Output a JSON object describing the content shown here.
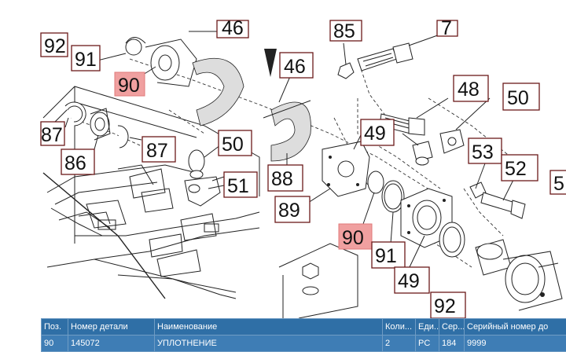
{
  "diagram": {
    "callouts": [
      {
        "text": "92"
      },
      {
        "text": "91"
      },
      {
        "text": "90"
      },
      {
        "text": "46"
      },
      {
        "text": "46"
      },
      {
        "text": "85"
      },
      {
        "text": "7"
      },
      {
        "text": "48"
      },
      {
        "text": "50"
      },
      {
        "text": "87"
      },
      {
        "text": "86"
      },
      {
        "text": "87"
      },
      {
        "text": "50"
      },
      {
        "text": "51"
      },
      {
        "text": "49"
      },
      {
        "text": "53"
      },
      {
        "text": "52"
      },
      {
        "text": "5"
      },
      {
        "text": "88"
      },
      {
        "text": "89"
      },
      {
        "text": "90"
      },
      {
        "text": "91"
      },
      {
        "text": "49"
      },
      {
        "text": "92"
      }
    ],
    "highlight_color": "#f0a0a0"
  },
  "table": {
    "header_color": "#2f6fa6",
    "row_color": "#3e7db5",
    "columns": [
      "Поз.",
      "Номер детали",
      "Наименование",
      "Коли...",
      "Еди...",
      "Сер...",
      "Серийный номер до"
    ],
    "rows": [
      [
        "90",
        "145072",
        "УПЛОТНЕНИЕ",
        "2",
        "PC",
        "184",
        "9999"
      ]
    ]
  }
}
